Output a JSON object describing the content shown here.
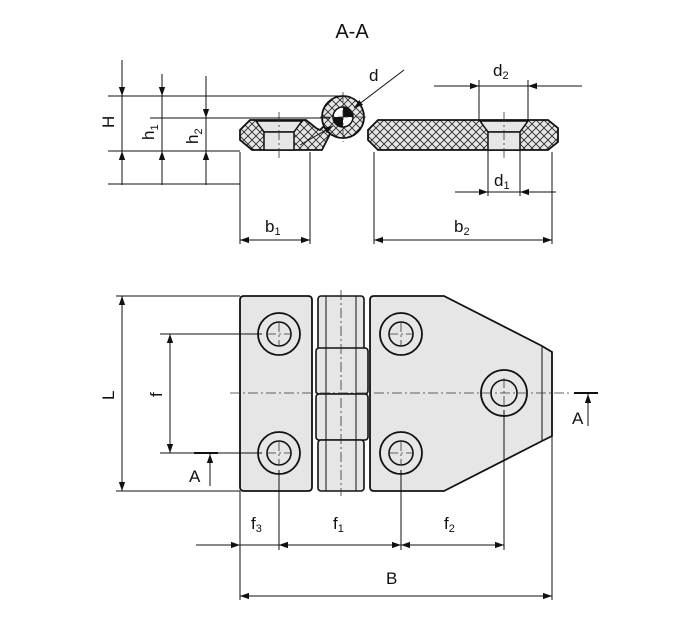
{
  "section_title": "A-A",
  "dims": {
    "H": "H",
    "h1": "h",
    "h1_sub": "1",
    "h2": "h",
    "h2_sub": "2",
    "d": "d",
    "d1": "d",
    "d1_sub": "1",
    "d2": "d",
    "d2_sub": "2",
    "b1": "b",
    "b1_sub": "1",
    "b2": "b",
    "b2_sub": "2",
    "L": "L",
    "f": "f",
    "f1": "f",
    "f1_sub": "1",
    "f2": "f",
    "f2_sub": "2",
    "f3": "f",
    "f3_sub": "3",
    "B": "B"
  },
  "section_marks": {
    "left": "A",
    "right": "A"
  }
}
